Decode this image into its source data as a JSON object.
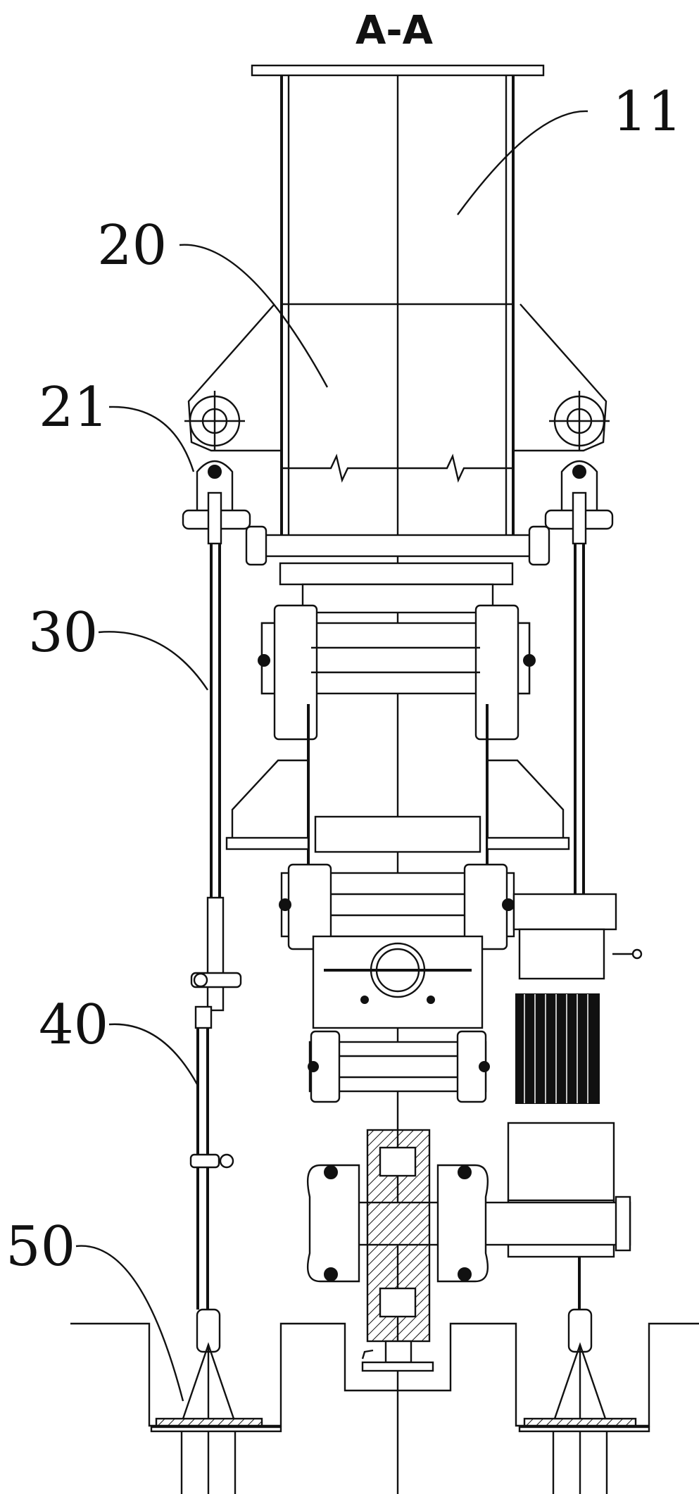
{
  "figure": {
    "section_title": "A-A",
    "callouts": [
      {
        "id": "label-11",
        "text": "11"
      },
      {
        "id": "label-20",
        "text": "20"
      },
      {
        "id": "label-21",
        "text": "21"
      },
      {
        "id": "label-30",
        "text": "30"
      },
      {
        "id": "label-40",
        "text": "40"
      },
      {
        "id": "label-50",
        "text": "50"
      }
    ]
  }
}
